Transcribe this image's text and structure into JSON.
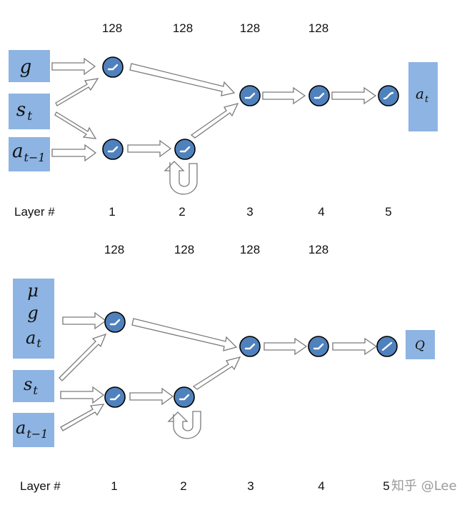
{
  "top_diagram": {
    "units": [
      "128",
      "128",
      "128",
      "128"
    ],
    "inputs": {
      "g": "g",
      "s": "s",
      "s_sub": "t",
      "a": "a",
      "a_sub": "t−1"
    },
    "output": {
      "a": "a",
      "a_sub": "t"
    },
    "layer_caption": "Layer #",
    "layers": [
      "1",
      "2",
      "3",
      "4",
      "5"
    ],
    "activations": [
      "relu-icon",
      "relu-icon",
      "relu-icon",
      "relu-icon",
      "relu-icon",
      "tanh-icon"
    ]
  },
  "bottom_diagram": {
    "units": [
      "128",
      "128",
      "128",
      "128"
    ],
    "inputs": {
      "mu": "μ",
      "g": "g",
      "a": "a",
      "a_sub": "t",
      "s": "s",
      "s_sub": "t",
      "a_prev": "a",
      "a_prev_sub": "t−1"
    },
    "output": {
      "q": "Q"
    },
    "layer_caption": "Layer #",
    "layers": [
      "1",
      "2",
      "3",
      "4",
      "5"
    ],
    "activations": [
      "relu-icon",
      "relu-icon",
      "relu-icon",
      "relu-icon",
      "relu-icon",
      "linear-icon"
    ]
  },
  "watermark": "知乎 @Lee",
  "colors": {
    "box": "#8db4e2",
    "neuron": "#4f81bd",
    "neuron_stroke": "#000000",
    "arrow_stroke": "#7a7a7a"
  }
}
